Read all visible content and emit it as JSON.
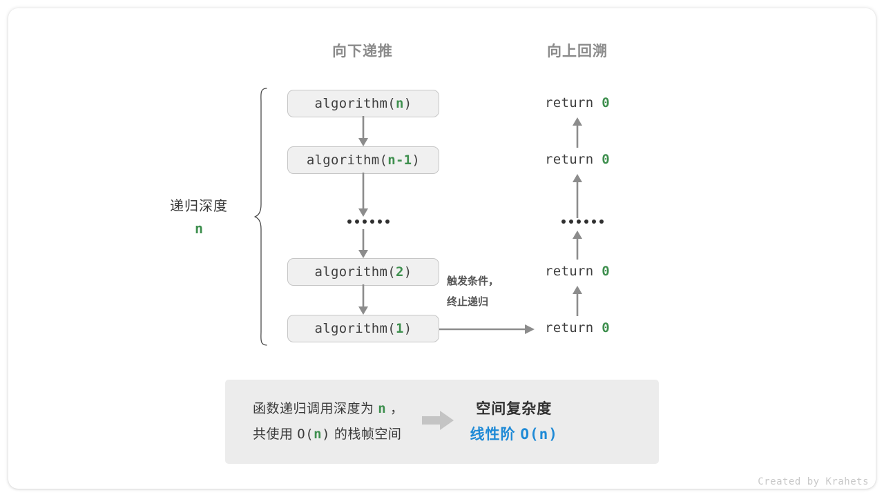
{
  "credit": "Created by Krahets",
  "columns": {
    "down_label": "向下递推",
    "up_label": "向上回溯"
  },
  "depth": {
    "label": "递归深度",
    "value": "n"
  },
  "trigger_note": {
    "line1": "触发条件，",
    "line2": "终止递归"
  },
  "calls": [
    {
      "prefix": "algorithm(",
      "arg": "n",
      "suffix": ")"
    },
    {
      "prefix": "algorithm(",
      "arg": "n-1",
      "suffix": ")"
    },
    {
      "prefix": "algorithm(",
      "arg": "2",
      "suffix": ")"
    },
    {
      "prefix": "algorithm(",
      "arg": "1",
      "suffix": ")"
    }
  ],
  "returns": [
    {
      "keyword": "return ",
      "value": "0"
    },
    {
      "keyword": "return ",
      "value": "0"
    },
    {
      "keyword": "return ",
      "value": "0"
    },
    {
      "keyword": "return ",
      "value": "0"
    }
  ],
  "ellipsis_dot_count": 6,
  "summary": {
    "line1_a": "函数递归调用深度为 ",
    "line1_n": "n",
    "line1_b": " ，",
    "line2_a": "共使用 ",
    "line2_o": "O(",
    "line2_n": "n",
    "line2_c": ")",
    "line2_b": " 的栈帧空间",
    "arrow_icon": "arrow-right-icon",
    "result_title": "空间复杂度",
    "result_value_text": "线性阶 ",
    "result_value_mono": "O(n)"
  },
  "colors": {
    "accent_green": "#3e8f4e",
    "accent_blue": "#1f8ad6",
    "box_fill": "#f0f0f0",
    "box_border": "#c6c6c6",
    "arrow_gray": "#8c8c8c",
    "panel_fill": "#ececec"
  }
}
